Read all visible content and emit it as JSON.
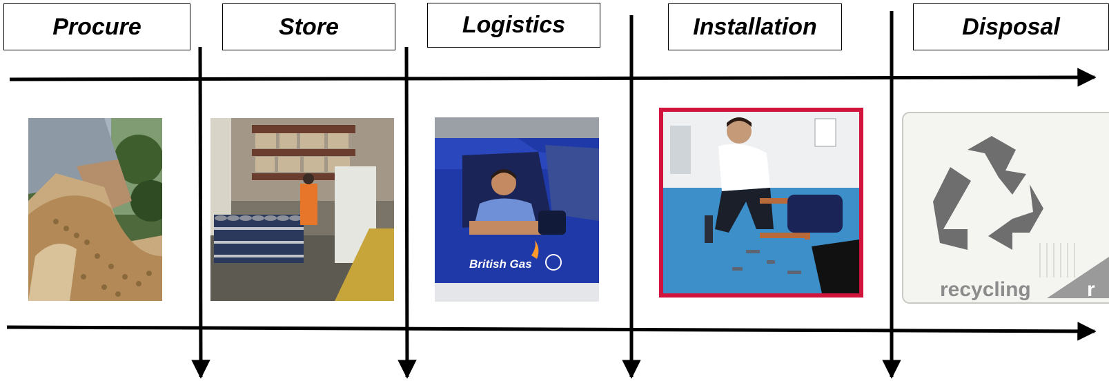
{
  "stages": [
    {
      "label": "Procure",
      "image": "coffee-beans-sack-photo"
    },
    {
      "label": "Store",
      "image": "warehouse-photo"
    },
    {
      "label": "Logistics",
      "image": "british-gas-van-photo"
    },
    {
      "label": "Installation",
      "image": "engineer-installing-pipes-photo"
    },
    {
      "label": "Disposal",
      "image": "recycling-symbol-image"
    }
  ],
  "van_brand": "British Gas",
  "recycling_sign": {
    "text": "recycling",
    "corner_letter": "r"
  },
  "colors": {
    "stroke": "#000000",
    "van_blue": "#1f3aa8",
    "installation_frame": "#d2143c",
    "recycle_grey": "#6e6e6e"
  }
}
